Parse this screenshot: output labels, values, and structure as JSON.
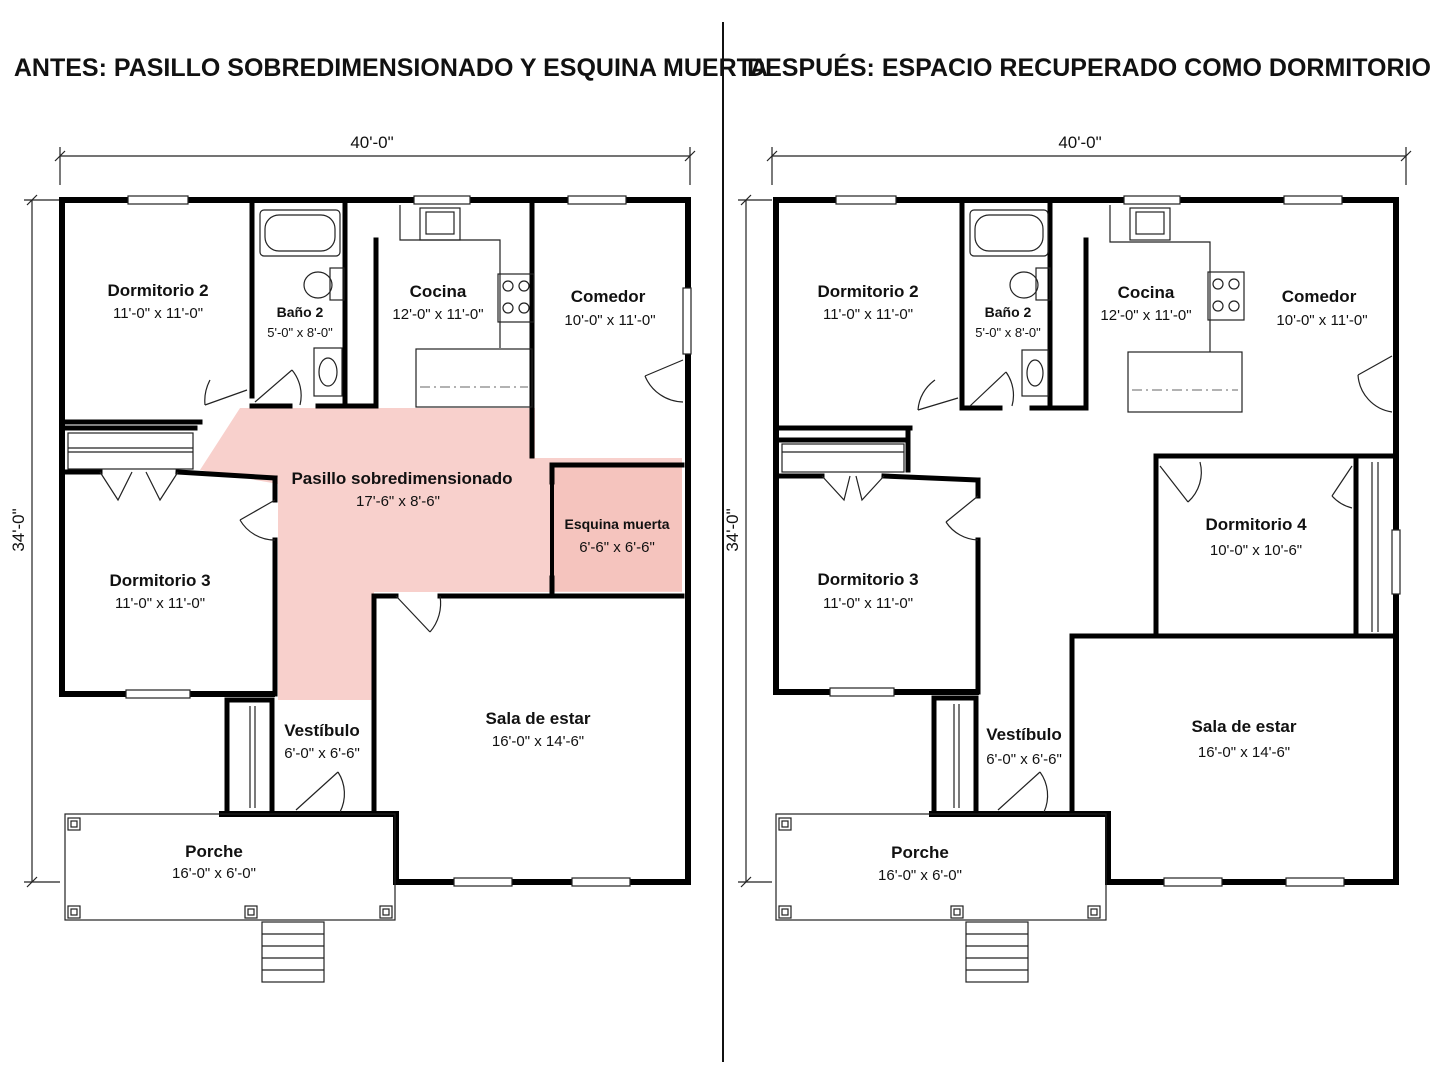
{
  "colors": {
    "wall": "#000000",
    "highlight": "#f8d0cc",
    "background": "#ffffff"
  },
  "before": {
    "title": "ANTES: PASILLO SOBREDIMENSIONADO Y ESQUINA MUERTA",
    "width_dim": "40'-0\"",
    "height_dim": "34'-0\"",
    "rooms": {
      "dormitorio2": {
        "name": "Dormitorio 2",
        "size": "11'-0\" x 11'-0\""
      },
      "bano2": {
        "name": "Baño 2",
        "size": "5'-0\" x 8'-0\""
      },
      "cocina": {
        "name": "Cocina",
        "size": "12'-0\" x 11'-0\""
      },
      "comedor": {
        "name": "Comedor",
        "size": "10'-0\" x 11'-0\""
      },
      "pasillo": {
        "name": "Pasillo sobredimensionado",
        "size": "17'-6\" x 8'-6\""
      },
      "esquina": {
        "name": "Esquina muerta",
        "size": "6'-6\" x 6'-6\""
      },
      "dormitorio3": {
        "name": "Dormitorio 3",
        "size": "11'-0\" x 11'-0\""
      },
      "vestibulo": {
        "name": "Vestíbulo",
        "size": "6'-0\" x 6'-6\""
      },
      "sala": {
        "name": "Sala de estar",
        "size": "16'-0\" x 14'-6\""
      },
      "porche": {
        "name": "Porche",
        "size": "16'-0\" x 6'-0\""
      }
    }
  },
  "after": {
    "title": "DESPUÉS: ESPACIO RECUPERADO COMO DORMITORIO",
    "width_dim": "40'-0\"",
    "height_dim": "34'-0\"",
    "rooms": {
      "dormitorio2": {
        "name": "Dormitorio 2",
        "size": "11'-0\" x 11'-0\""
      },
      "bano2": {
        "name": "Baño 2",
        "size": "5'-0\" x 8'-0\""
      },
      "cocina": {
        "name": "Cocina",
        "size": "12'-0\" x 11'-0\""
      },
      "comedor": {
        "name": "Comedor",
        "size": "10'-0\" x 11'-0\""
      },
      "dormitorio4": {
        "name": "Dormitorio 4",
        "size": "10'-0\" x 10'-6\""
      },
      "dormitorio3": {
        "name": "Dormitorio 3",
        "size": "11'-0\" x 11'-0\""
      },
      "vestibulo": {
        "name": "Vestíbulo",
        "size": "6'-0\" x 6'-6\""
      },
      "sala": {
        "name": "Sala de estar",
        "size": "16'-0\" x 14'-6\""
      },
      "porche": {
        "name": "Porche",
        "size": "16'-0\" x 6'-0\""
      }
    }
  }
}
